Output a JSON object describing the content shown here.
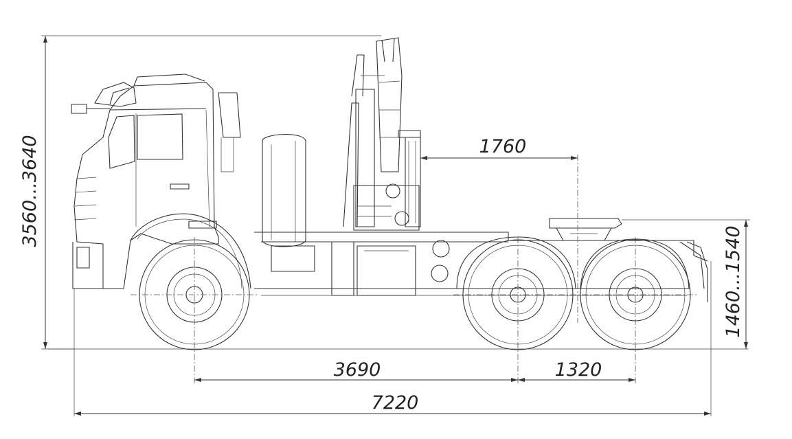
{
  "dimensions": {
    "overall_height": "3560...3640",
    "fifth_wheel_height": "1460...1540",
    "fifth_wheel_offset": "1760",
    "wheelbase_front": "3690",
    "wheelbase_rear": "1320",
    "overall_length": "7220"
  },
  "colors": {
    "line": "#333333",
    "background": "#ffffff"
  },
  "icons": [
    "truck-tractor-drawing",
    "crane-drawing",
    "wheel-icon",
    "fifth-wheel-icon"
  ]
}
